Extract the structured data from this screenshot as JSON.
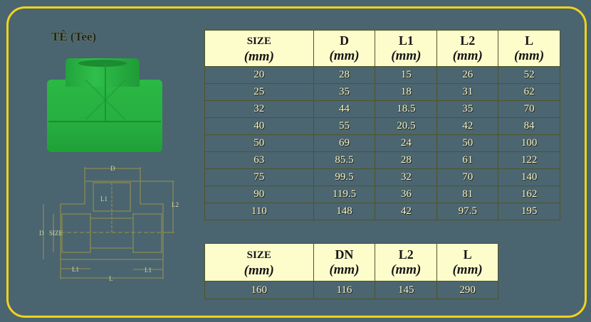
{
  "title": "TÊ (Tee)",
  "colors": {
    "background": "#4a6470",
    "frame_border": "#f2d21a",
    "header_fill": "#fdfdcc",
    "product_green": "#2bb844"
  },
  "drawing": {
    "labels": {
      "top": "D",
      "center_vertical": "L1",
      "right": "L2",
      "left_outer": "D",
      "left_inner": "SIZE",
      "bottom_left": "L1",
      "bottom_right": "L1",
      "bottom": "L"
    }
  },
  "main_table": {
    "headers": [
      {
        "label": "SIZE",
        "unit": "(mm)"
      },
      {
        "label": "D",
        "unit": "(mm)"
      },
      {
        "label": "L1",
        "unit": "(mm)"
      },
      {
        "label": "L2",
        "unit": "(mm)"
      },
      {
        "label": "L",
        "unit": "(mm)"
      }
    ],
    "rows": [
      [
        "20",
        "28",
        "15",
        "26",
        "52"
      ],
      [
        "25",
        "35",
        "18",
        "31",
        "62"
      ],
      [
        "32",
        "44",
        "18.5",
        "35",
        "70"
      ],
      [
        "40",
        "55",
        "20.5",
        "42",
        "84"
      ],
      [
        "50",
        "69",
        "24",
        "50",
        "100"
      ],
      [
        "63",
        "85.5",
        "28",
        "61",
        "122"
      ],
      [
        "75",
        "99.5",
        "32",
        "70",
        "140"
      ],
      [
        "90",
        "119.5",
        "36",
        "81",
        "162"
      ],
      [
        "110",
        "148",
        "42",
        "97.5",
        "195"
      ]
    ]
  },
  "big_table": {
    "headers": [
      {
        "label": "SIZE",
        "unit": "(mm)"
      },
      {
        "label": "DN",
        "unit": "(mm)"
      },
      {
        "label": "L2",
        "unit": "(mm)"
      },
      {
        "label": "L",
        "unit": "(mm)"
      }
    ],
    "rows": [
      [
        "160",
        "116",
        "145",
        "290"
      ]
    ]
  }
}
